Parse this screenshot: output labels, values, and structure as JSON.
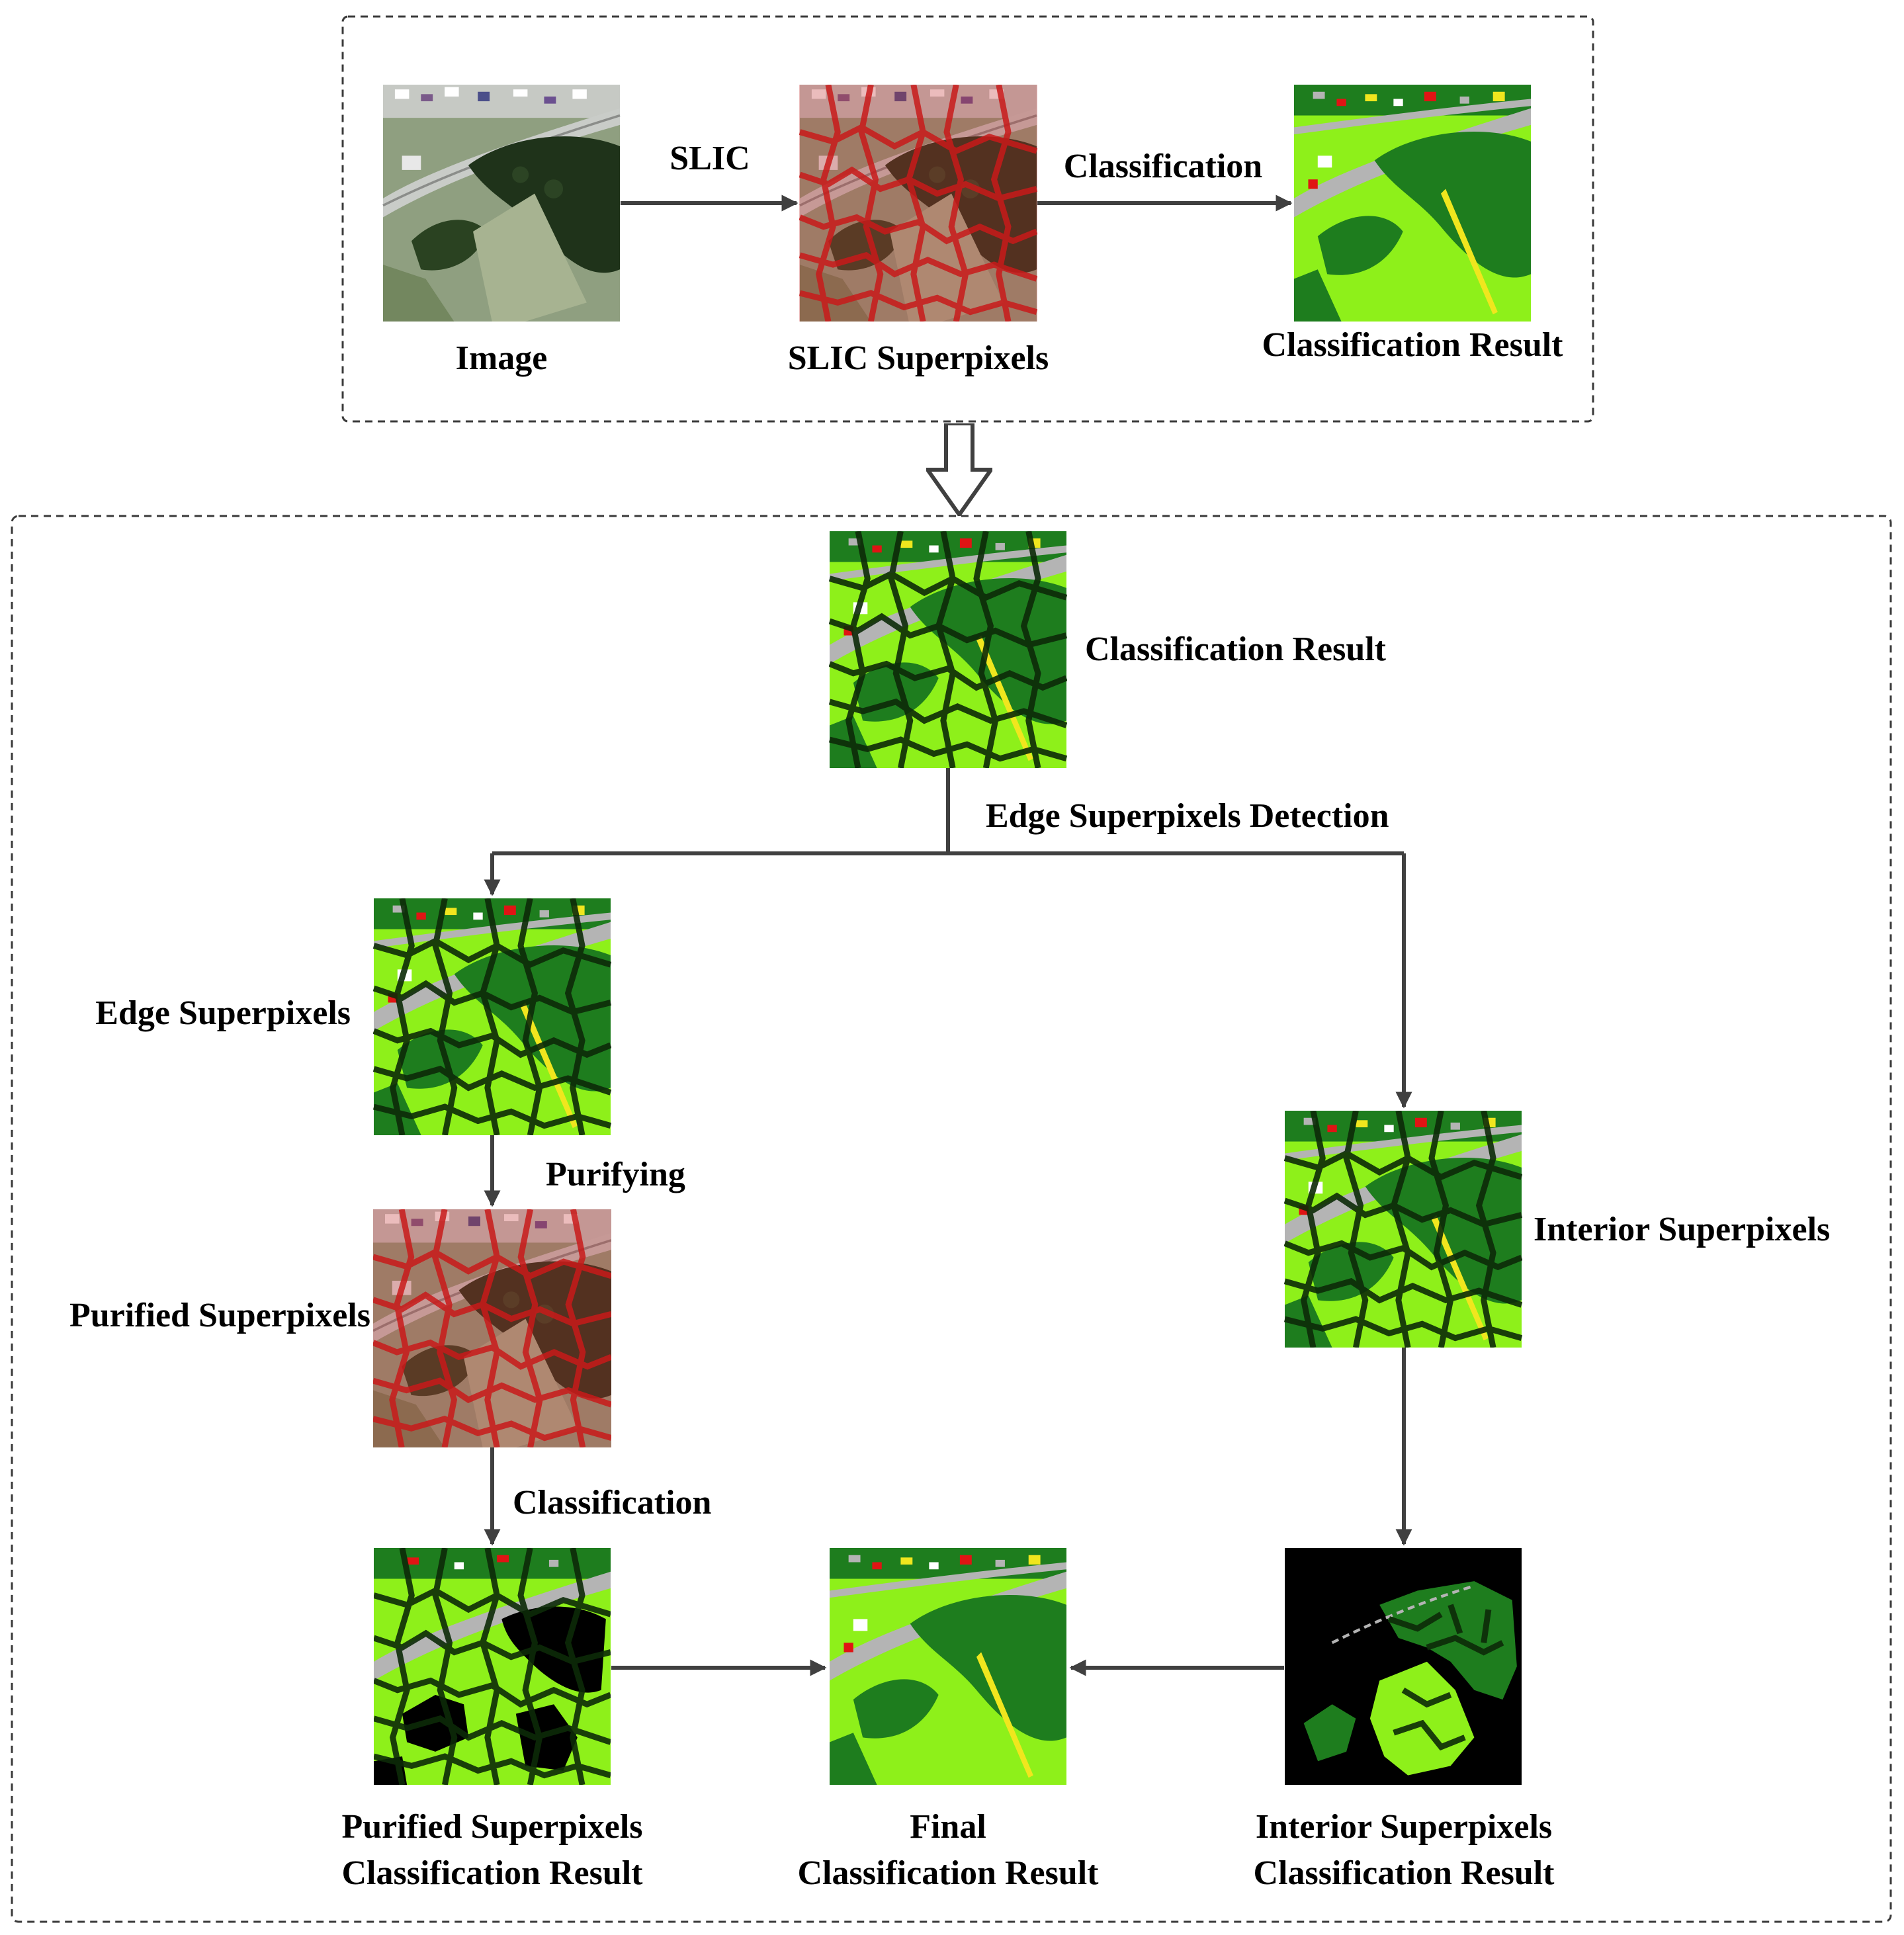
{
  "top_panel": {
    "slic_label": "SLIC",
    "classification_label": "Classification",
    "image_caption": "Image",
    "slic_caption": "SLIC Superpixels",
    "result_caption": "Classification Result"
  },
  "bottom_panel": {
    "result_label": "Classification Result",
    "edge_detection_label": "Edge Superpixels Detection",
    "edge_label": "Edge Superpixels",
    "purifying_label": "Purifying",
    "purified_label": "Purified Superpixels",
    "classification_label": "Classification",
    "interior_label": "Interior Superpixels",
    "purified_result_line1": "Purified Superpixels",
    "purified_result_line2": "Classification Result",
    "final_line1": "Final",
    "final_line2": "Classification Result",
    "interior_result_line1": "Interior Superpixels",
    "interior_result_line2": "Classification Result"
  },
  "legend_colors": {
    "trees": "#1e7d1e",
    "grass": "#8ef01a",
    "road": "#b4b4b4",
    "building": "#e01414",
    "soil": "#f0e61e",
    "unclassified": "#000000"
  }
}
